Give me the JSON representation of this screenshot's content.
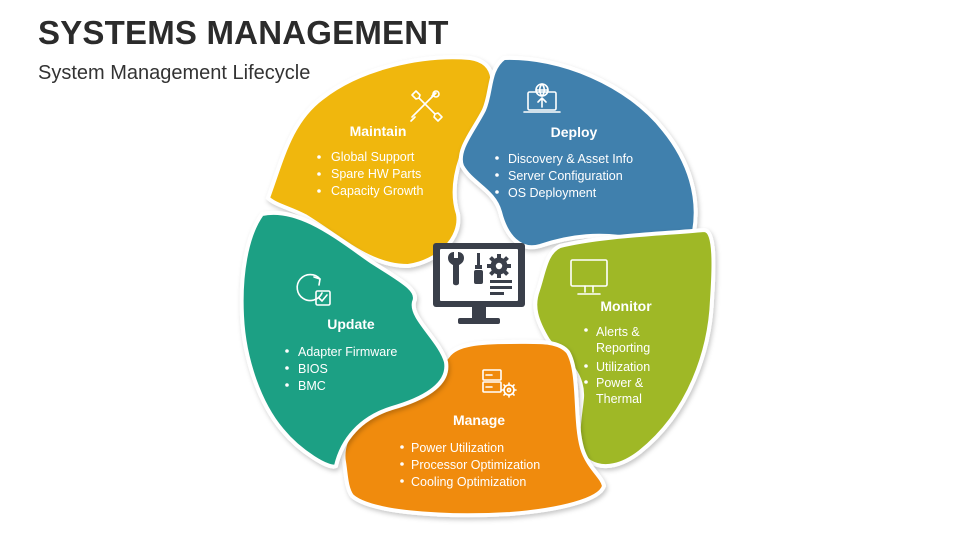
{
  "title": "SYSTEMS MANAGEMENT",
  "subtitle": "System Management Lifecycle",
  "colors": {
    "maintain": "#f0b70f",
    "deploy": "#3f80ad",
    "monitor": "#9fb827",
    "manage": "#f08b0b",
    "update": "#1fa084",
    "outline": "#ffffff",
    "center_icon": "#3a3f4a"
  },
  "segments": {
    "maintain": {
      "title": "Maintain",
      "icon": "wrench-screwdriver-icon",
      "items": [
        "Global Support",
        "Spare HW Parts",
        "Capacity Growth"
      ]
    },
    "deploy": {
      "title": "Deploy",
      "icon": "laptop-upload-globe-icon",
      "items": [
        "Discovery & Asset Info",
        "Server Configuration",
        "OS Deployment"
      ]
    },
    "monitor": {
      "title": "Monitor",
      "icon": "monitor-icon",
      "items": [
        [
          "Alerts &",
          "Reporting"
        ],
        [
          "Utilization"
        ],
        [
          "Power &",
          "Thermal"
        ]
      ]
    },
    "manage": {
      "title": "Manage",
      "icon": "server-gear-icon",
      "items": [
        "Power Utilization",
        "Processor Optimization",
        "Cooling Optimization"
      ]
    },
    "update": {
      "title": "Update",
      "icon": "refresh-check-icon",
      "items": [
        "Adapter Firmware",
        "BIOS",
        "BMC"
      ]
    }
  },
  "center": {
    "icon": "computer-tools-icon"
  }
}
